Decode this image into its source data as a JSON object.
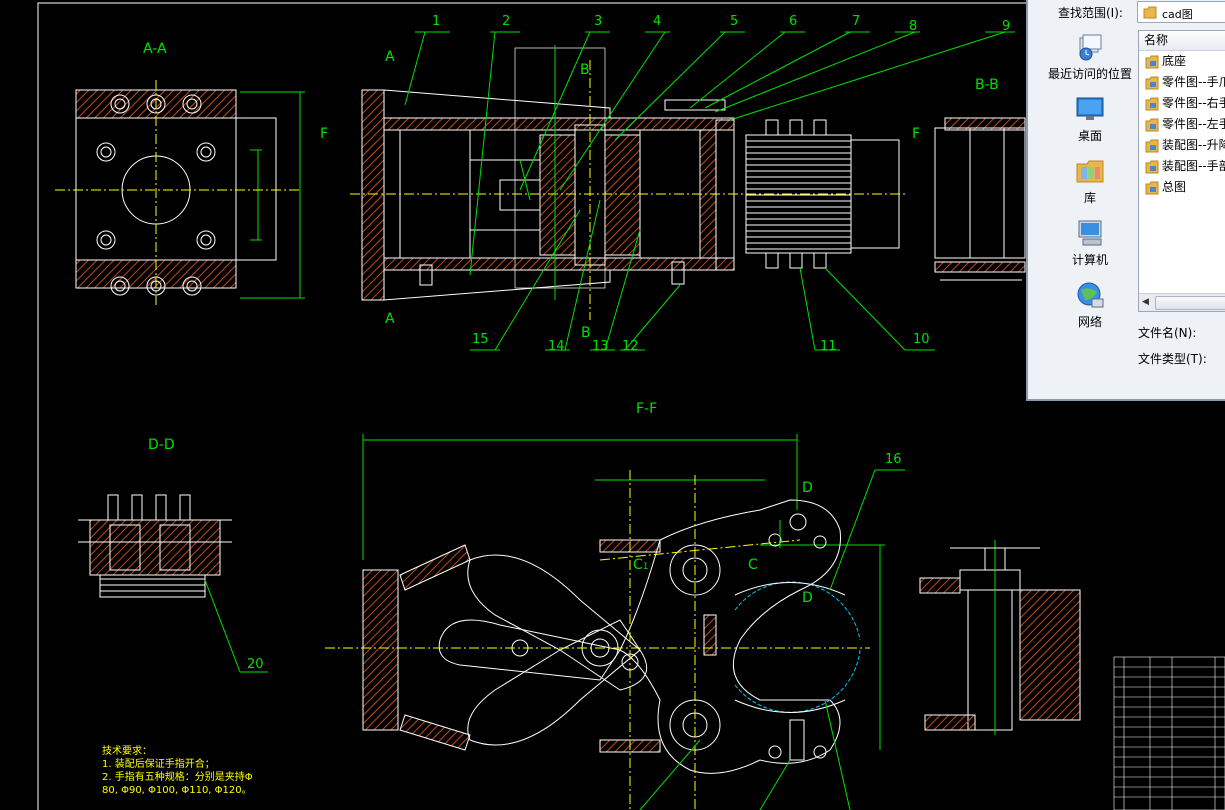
{
  "drawing": {
    "section_titles": {
      "aa": "A-A",
      "bb": "B-B",
      "dd": "D-D",
      "ff": "F-F"
    },
    "cut_letters": {
      "a_top": "A",
      "a_bottom": "A",
      "b_top": "B",
      "b_bottom": "B",
      "f_left": "F",
      "f_right": "F",
      "c1": "C",
      "c1_sub": "1",
      "c2": "C",
      "d_top": "D",
      "d_bottom": "D"
    },
    "part_numbers": [
      "1",
      "2",
      "3",
      "4",
      "5",
      "6",
      "7",
      "8",
      "9",
      "10",
      "11",
      "12",
      "13",
      "14",
      "15",
      "16",
      "20"
    ],
    "notes": {
      "heading": "技术要求：",
      "line1": "1. 装配后保证手指开合；",
      "line2": "2. 手指有五种规格：分别是夹持Φ",
      "line3": "80, Φ90, Φ100, Φ110, Φ120。"
    },
    "colors": {
      "background": "#000000",
      "outline": "#ffffff",
      "dimension": "#00e000",
      "hatch": "#c04a1a",
      "center": "#ffff00",
      "accent": "#00c8ff"
    }
  },
  "dialog": {
    "look_in_label": "查找范围(I):",
    "look_in_value": "cad图",
    "places": [
      {
        "label": "最近访问的位置",
        "icon": "recent-places-icon"
      },
      {
        "label": "桌面",
        "icon": "desktop-icon"
      },
      {
        "label": "库",
        "icon": "library-icon"
      },
      {
        "label": "计算机",
        "icon": "computer-icon"
      },
      {
        "label": "网络",
        "icon": "network-icon"
      }
    ],
    "column_header": "名称",
    "files": [
      "底座",
      "零件图--手爪",
      "零件图--右手",
      "零件图--左手",
      "装配图--升降",
      "装配图--手部",
      "总图"
    ],
    "file_name_label": "文件名(N):",
    "file_type_label": "文件类型(T):"
  }
}
